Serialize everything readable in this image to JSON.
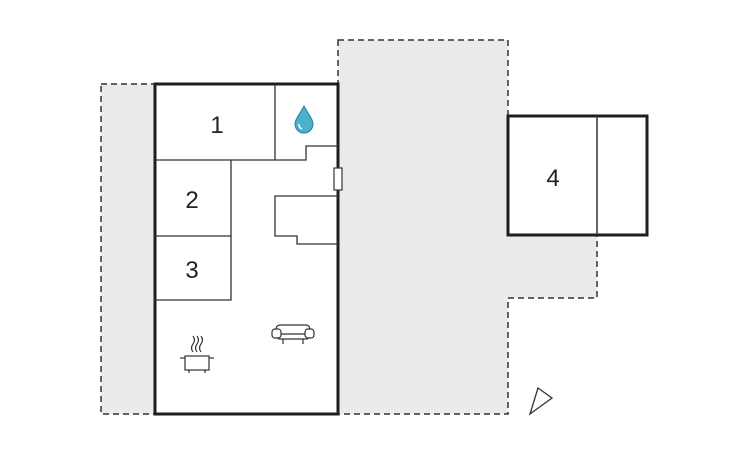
{
  "floor_plan": {
    "rooms": [
      {
        "label": "1"
      },
      {
        "label": "2"
      },
      {
        "label": "3"
      },
      {
        "label": "4"
      }
    ],
    "icons": [
      "water-drop-icon",
      "stove-pot-icon",
      "sofa-icon",
      "north-arrow-icon"
    ],
    "colors": {
      "terrace_fill": "#e8eaeb",
      "wall": "#1e1e1e",
      "dashed_outline": "#333333"
    }
  }
}
